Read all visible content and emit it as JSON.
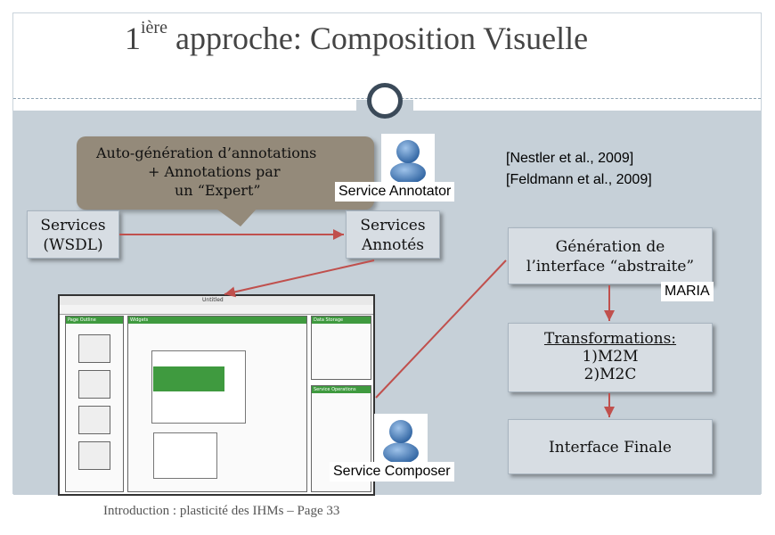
{
  "slide": {
    "title_main": "1",
    "title_sup": "ière",
    "title_rest": " approche: Composition Visuelle",
    "footer": "Introduction : plasticité des IHMs  – Page 33"
  },
  "callout": {
    "line1": "Auto-génération d’annotations",
    "line2": "+ Annotations par",
    "line3": "un “Expert”"
  },
  "boxes": {
    "services_wsdl_1": "Services",
    "services_wsdl_2": "(WSDL)",
    "services_annotes_1": "Services",
    "services_annotes_2": "Annotés",
    "generation_1": "Génération de",
    "generation_2": "l’interface “abstraite”",
    "transformations_title": "Transformations:",
    "transformations_l1": "1)M2M",
    "transformations_l2": "2)M2C",
    "interface_finale": "Interface Finale"
  },
  "labels": {
    "service_annotator": "Service Annotator",
    "service_composer": "Service Composer",
    "maria": "MARIA"
  },
  "references": [
    "[Nestler et al., 2009]",
    "[Feldmann et al., 2009]"
  ],
  "screenshot": {
    "window_title": "Untitled",
    "page_outline": "Page Outline",
    "widgets": "Widgets",
    "data_storage": "Data Storage",
    "service_operations": "Service Operations"
  },
  "colors": {
    "content_bg": "#c6d0d8",
    "callout_bg": "#948a7a",
    "arrow": "#c0504d",
    "box_bg": "#d7dde3"
  }
}
